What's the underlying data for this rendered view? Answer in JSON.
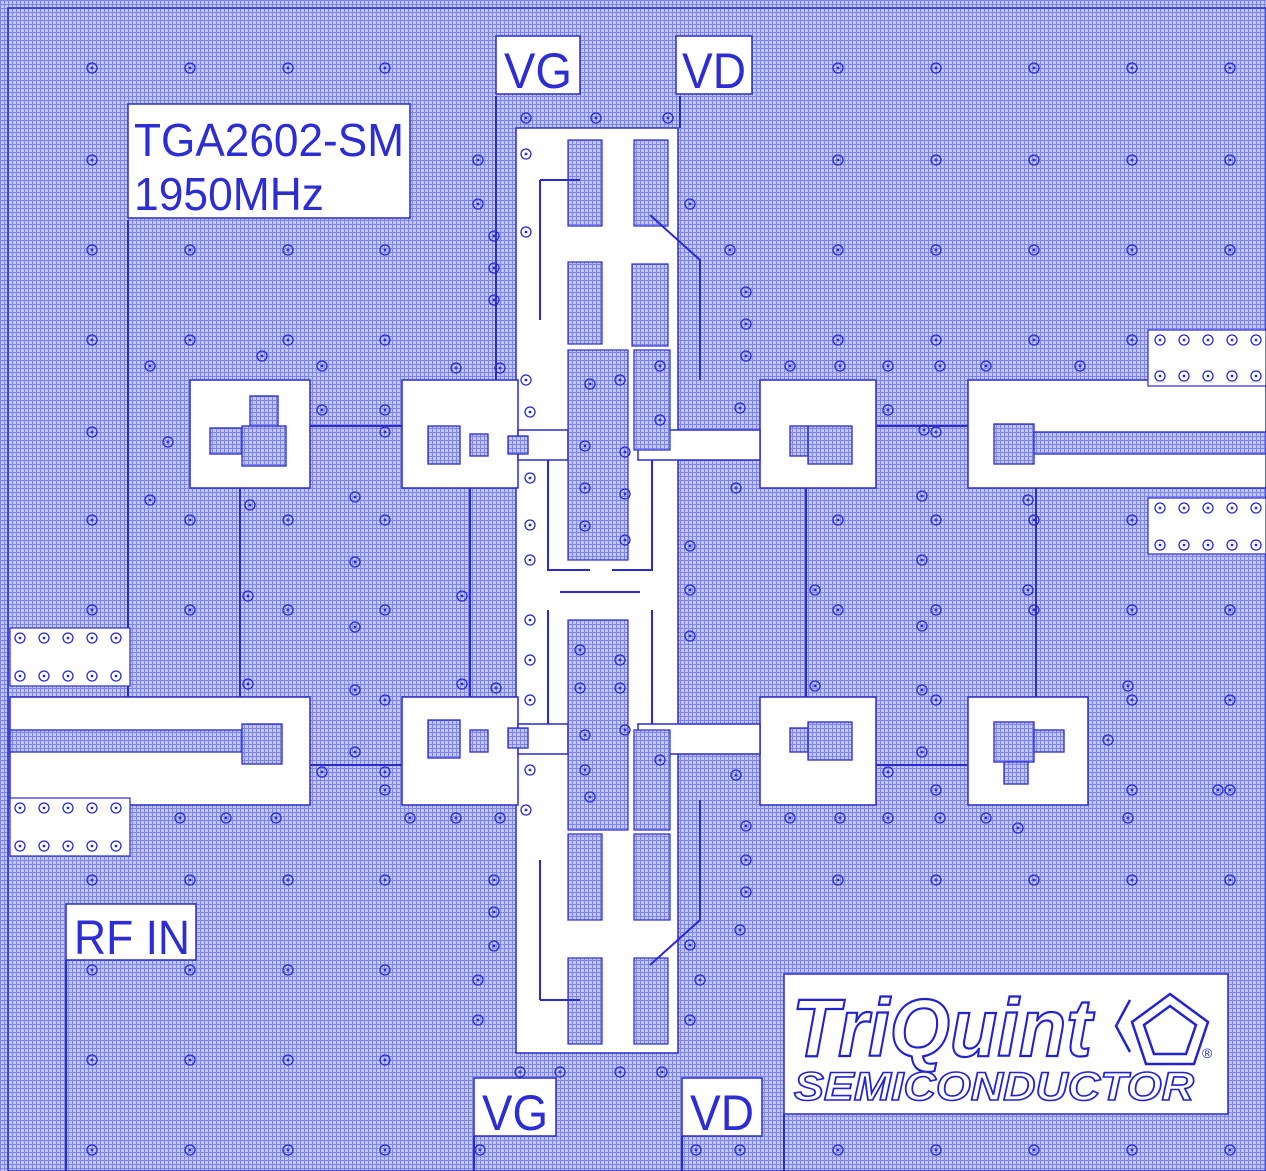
{
  "labels": {
    "part_number": "TGA2602-SM",
    "frequency": "1950MHz",
    "vg_top": "VG",
    "vd_top": "VD",
    "vg_bottom": "VG",
    "vd_bottom": "VD",
    "rf_in": "RF IN"
  },
  "logo": {
    "brand": "TriQuint",
    "tagline": "SEMICONDUCTOR",
    "registered_mark": "®"
  },
  "colors": {
    "board": "#b4b8f2",
    "trace": "#2a2ad0",
    "cutout": "#ffffff"
  }
}
